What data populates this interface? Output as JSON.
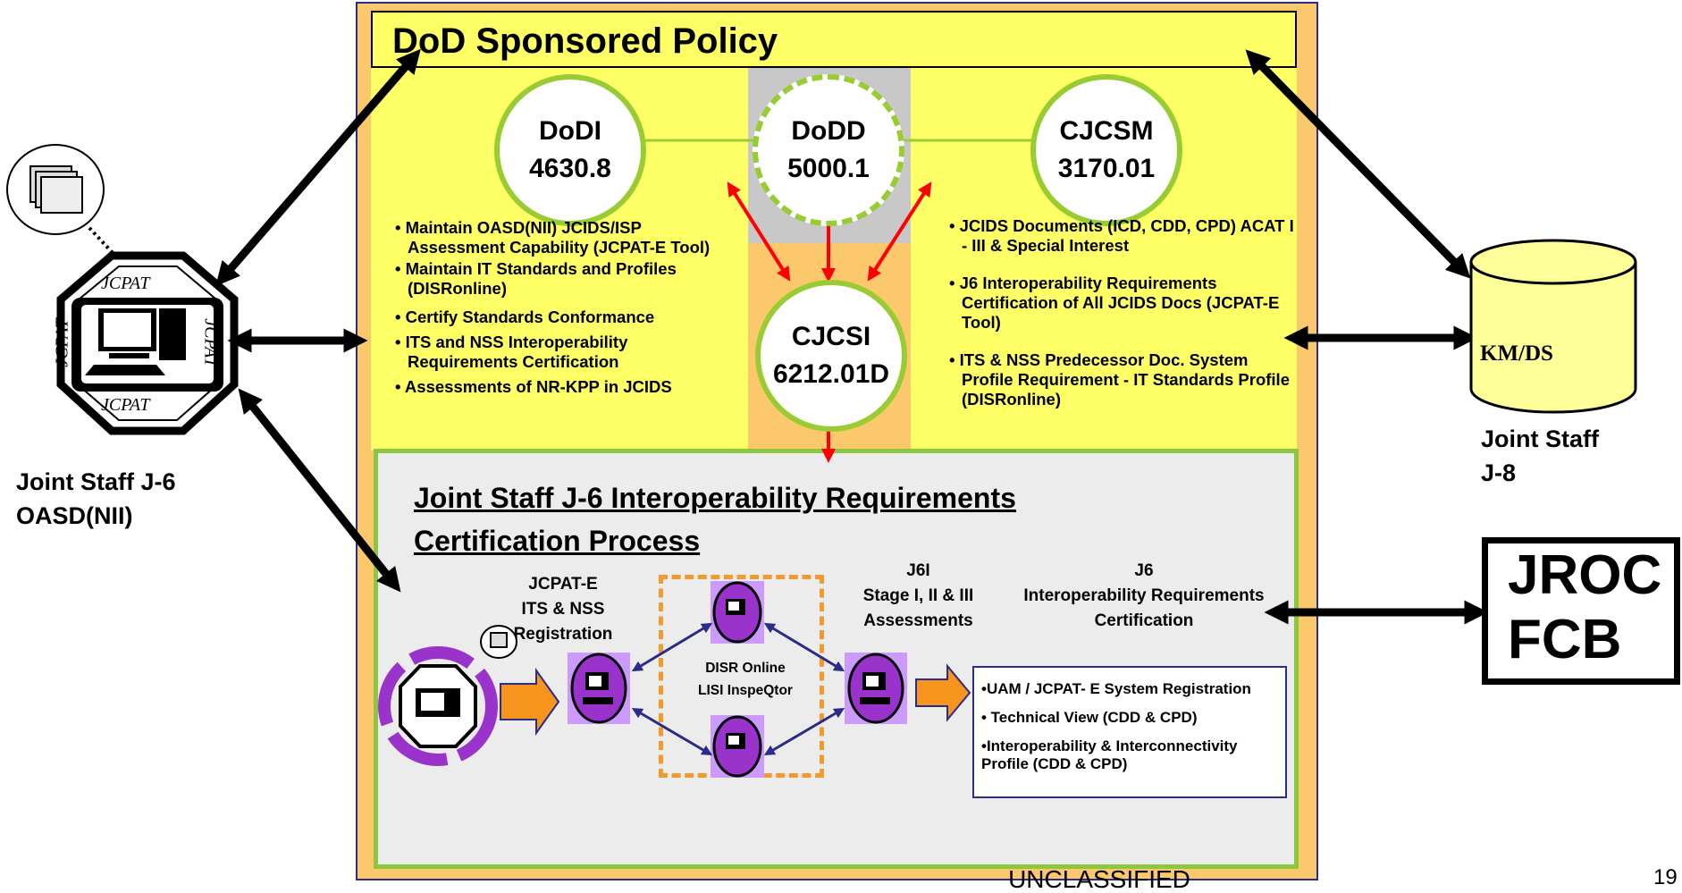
{
  "policy": {
    "title": "DoD Sponsored Policy",
    "nodes": [
      {
        "line1": "DoDI",
        "line2": "4630.8"
      },
      {
        "line1": "DoDD",
        "line2": "5000.1"
      },
      {
        "line1": "CJCSM",
        "line2": "3170.01"
      },
      {
        "line1": "CJCSI",
        "line2": "6212.01D"
      }
    ],
    "left_bullets": [
      "• Maintain OASD(NII) JCIDS/ISP Assessment Capability (JCPAT-E Tool)",
      "• Maintain IT Standards and Profiles (DISRonline)",
      "• Certify Standards Conformance",
      "• ITS and NSS Interoperability Requirements Certification",
      "• Assessments of NR-KPP in JCIDS"
    ],
    "right_bullets": [
      "• JCIDS Documents (ICD, CDD, CPD) ACAT I - III & Special Interest",
      "• J6 Interoperability Requirements Certification of All JCIDS Docs (JCPAT-E Tool)",
      "• ITS & NSS Predecessor Doc. System Profile Requirement - IT Standards Profile (DISRonline)"
    ]
  },
  "process": {
    "title": "Joint Staff J-6 Interoperability Requirements Certification Process",
    "stage1_label": [
      "JCPAT-E",
      "ITS & NSS",
      "Registration"
    ],
    "disr_label": [
      "DISR  Online",
      "LISI  InspeQtor"
    ],
    "stage2_label": [
      "J6I",
      "Stage I, II & III",
      "Assessments"
    ],
    "stage3_label": [
      "J6",
      "Interoperability Requirements",
      "Certification"
    ],
    "cert_items": [
      "•UAM / JCPAT- E System Registration",
      "• Technical View (CDD & CPD)",
      "•Interoperability & Interconnectivity Profile (CDD & CPD)"
    ]
  },
  "left_actor": {
    "label_line1": "Joint Staff J-6",
    "label_line2": "OASD(NII)",
    "badge_text": "JCPAT"
  },
  "right_actor": {
    "db_label": "KM/DS",
    "label_line1": "Joint Staff",
    "label_line2": "J-8"
  },
  "jroc": {
    "line1": "JROC",
    "line2": "FCB"
  },
  "footer": {
    "classification": "UNCLASSIFIED",
    "page": "19"
  },
  "colors": {
    "yellow": "#ffff66",
    "orange": "#fbc96b",
    "green": "#99cc33",
    "red": "#ff0000",
    "purple": "#9933cc",
    "navy": "#2b2b8a"
  }
}
